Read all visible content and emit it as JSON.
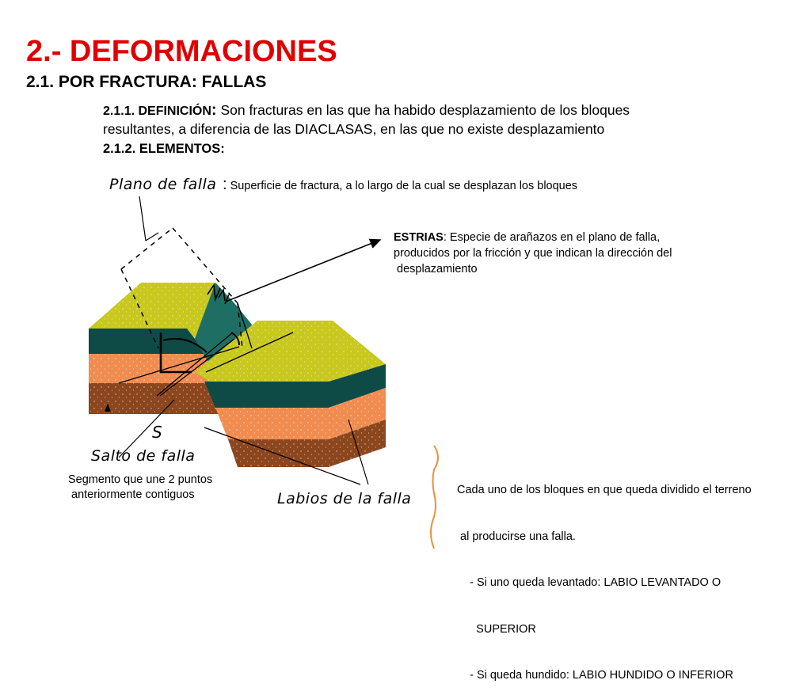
{
  "title": "2.- DEFORMACIONES",
  "subtitle": "2.1. POR FRACTURA: FALLAS",
  "definition": {
    "heading": "2.1.1. DEFINICIÓN",
    "colon": ":",
    "text_1": " Son fracturas en las que ha habido    desplazamiento de los bloques",
    "text_2": "resultantes, a diferencia de las DIACLASAS, en las que no existe desplazamiento"
  },
  "elements_heading": "2.1.2. ELEMENTOS:",
  "diagram": {
    "plano_label": "Plano de falla",
    "plano_colon": ":",
    "plano_desc": "Superficie de fractura, a lo largo de la cual se desplazan los bloques",
    "estrias_term": "ESTRIAS",
    "estrias_line_1": ": Especie de arañazos en el plano de falla,",
    "estrias_line_2": "producidos por la fricción y que indican la dirección del",
    "estrias_line_3": " desplazamiento",
    "s_label": "S",
    "salto_label": "Salto de falla",
    "segmento_line_1": "Segmento que une 2 puntos",
    "segmento_line_2": " anteriormente contiguos",
    "labios_label": "Labios de la falla",
    "bloques_line_1": "Cada uno de los bloques en que queda dividido el terreno",
    "bloques_line_2": " al producirse una falla.",
    "bloques_line_3": "    - Si uno queda levantado: LABIO LEVANTADO O",
    "bloques_line_4": "      SUPERIOR",
    "bloques_line_5": "    - Si queda hundido: LABIO HUNDIDO O INFERIOR"
  },
  "colors": {
    "title": "#e00000",
    "top_surface": "#c8c81e",
    "dark_layer": "#0f4b46",
    "orange_layer": "#f08c50",
    "brown_layer": "#8c461e",
    "fault_plane": "#1e6e64",
    "brace": "#e89040"
  }
}
